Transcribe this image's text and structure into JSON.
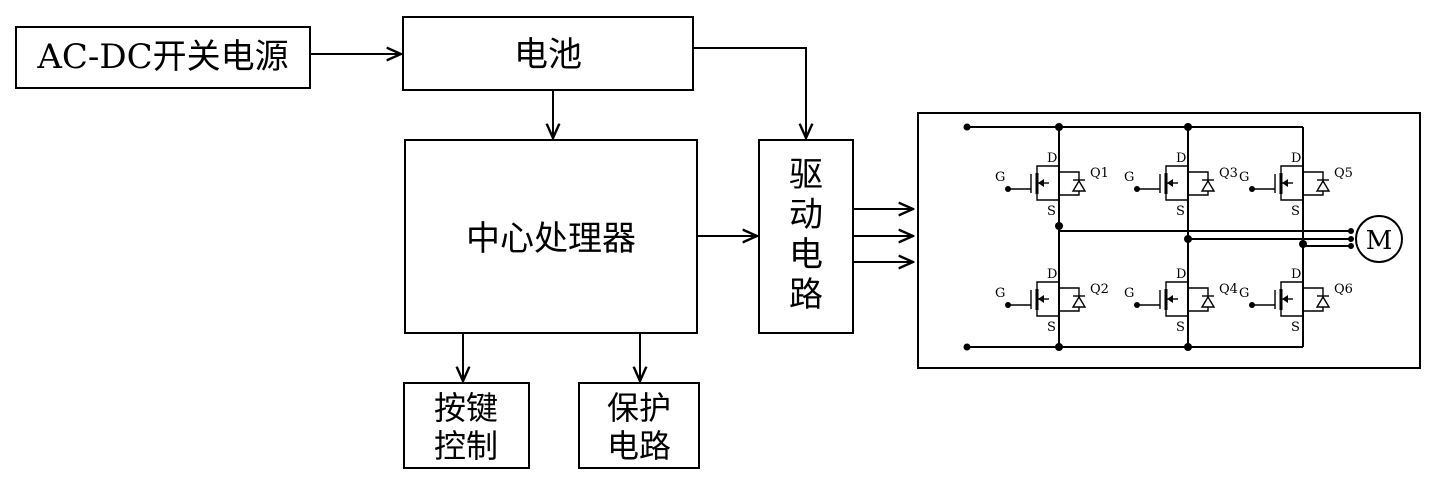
{
  "blocks": {
    "acdc": "AC-DC开关电源",
    "battery": "电池",
    "cpu": "中心处理器",
    "driver_chars": [
      "驱",
      "动",
      "电",
      "路"
    ],
    "keys_line1": "按键",
    "keys_line2": "控制",
    "protect_line1": "保护",
    "protect_line2": "电路"
  },
  "inverter": {
    "motor": "M",
    "transistors": [
      {
        "name": "Q1",
        "d": "D",
        "g": "G",
        "s": "S"
      },
      {
        "name": "Q3",
        "d": "D",
        "g": "G",
        "s": "S"
      },
      {
        "name": "Q5",
        "d": "D",
        "g": "G",
        "s": "S"
      },
      {
        "name": "Q2",
        "d": "D",
        "g": "G",
        "s": "S"
      },
      {
        "name": "Q4",
        "d": "D",
        "g": "G",
        "s": "S"
      },
      {
        "name": "Q6",
        "d": "D",
        "g": "G",
        "s": "S"
      }
    ]
  },
  "colors": {
    "line": "#000000",
    "background": "#ffffff"
  }
}
